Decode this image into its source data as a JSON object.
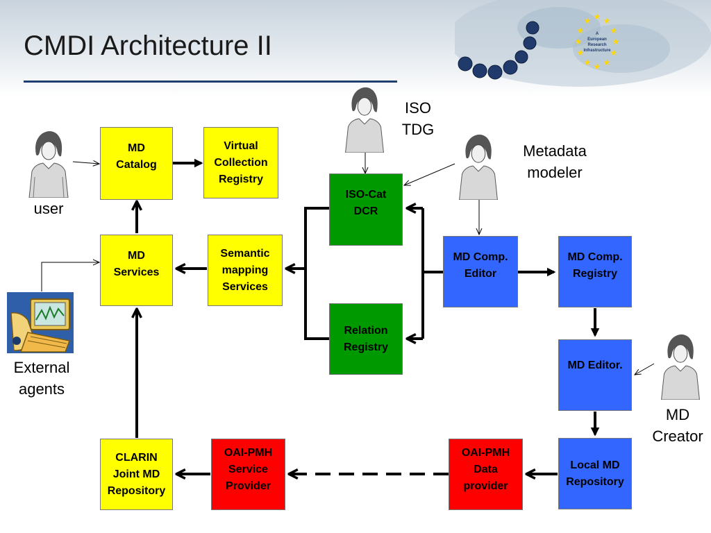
{
  "title": "CMDI Architecture II",
  "logo": {
    "text_line1": "A",
    "text_line2": "European",
    "text_line3": "Research",
    "text_line4": "Infrastructure"
  },
  "boxes": {
    "md_catalog": "MD\nCatalog",
    "virtual_collection_registry": "Virtual\nCollection\nRegistry",
    "md_services": "MD\nServices",
    "semantic_mapping_services": "Semantic\nmapping\nServices",
    "iso_cat_dcr": "ISO-Cat\nDCR",
    "relation_registry": "Relation\nRegistry",
    "md_comp_editor": "MD Comp.\nEditor",
    "md_comp_registry": "MD Comp.\nRegistry",
    "md_editor": "MD Editor.",
    "local_md_repository": "Local MD\nRepository",
    "oai_pmh_data_provider": "OAI-PMH\nData\nprovider",
    "oai_pmh_service_provider": "OAI-PMH\nService\nProvider",
    "clarin_joint_md_repository": "CLARIN\nJoint MD\nRepository"
  },
  "labels": {
    "user": "user",
    "external_agents": "External\nagents",
    "iso_tdg": "ISO\nTDG",
    "metadata_modeler": "Metadata\nmodeler",
    "md_creator": "MD\nCreator"
  },
  "colors": {
    "yellow": "#ffff00",
    "green": "#009900",
    "blue": "#3366ff",
    "red": "#ff0000",
    "title_rule": "#1f3f73"
  }
}
